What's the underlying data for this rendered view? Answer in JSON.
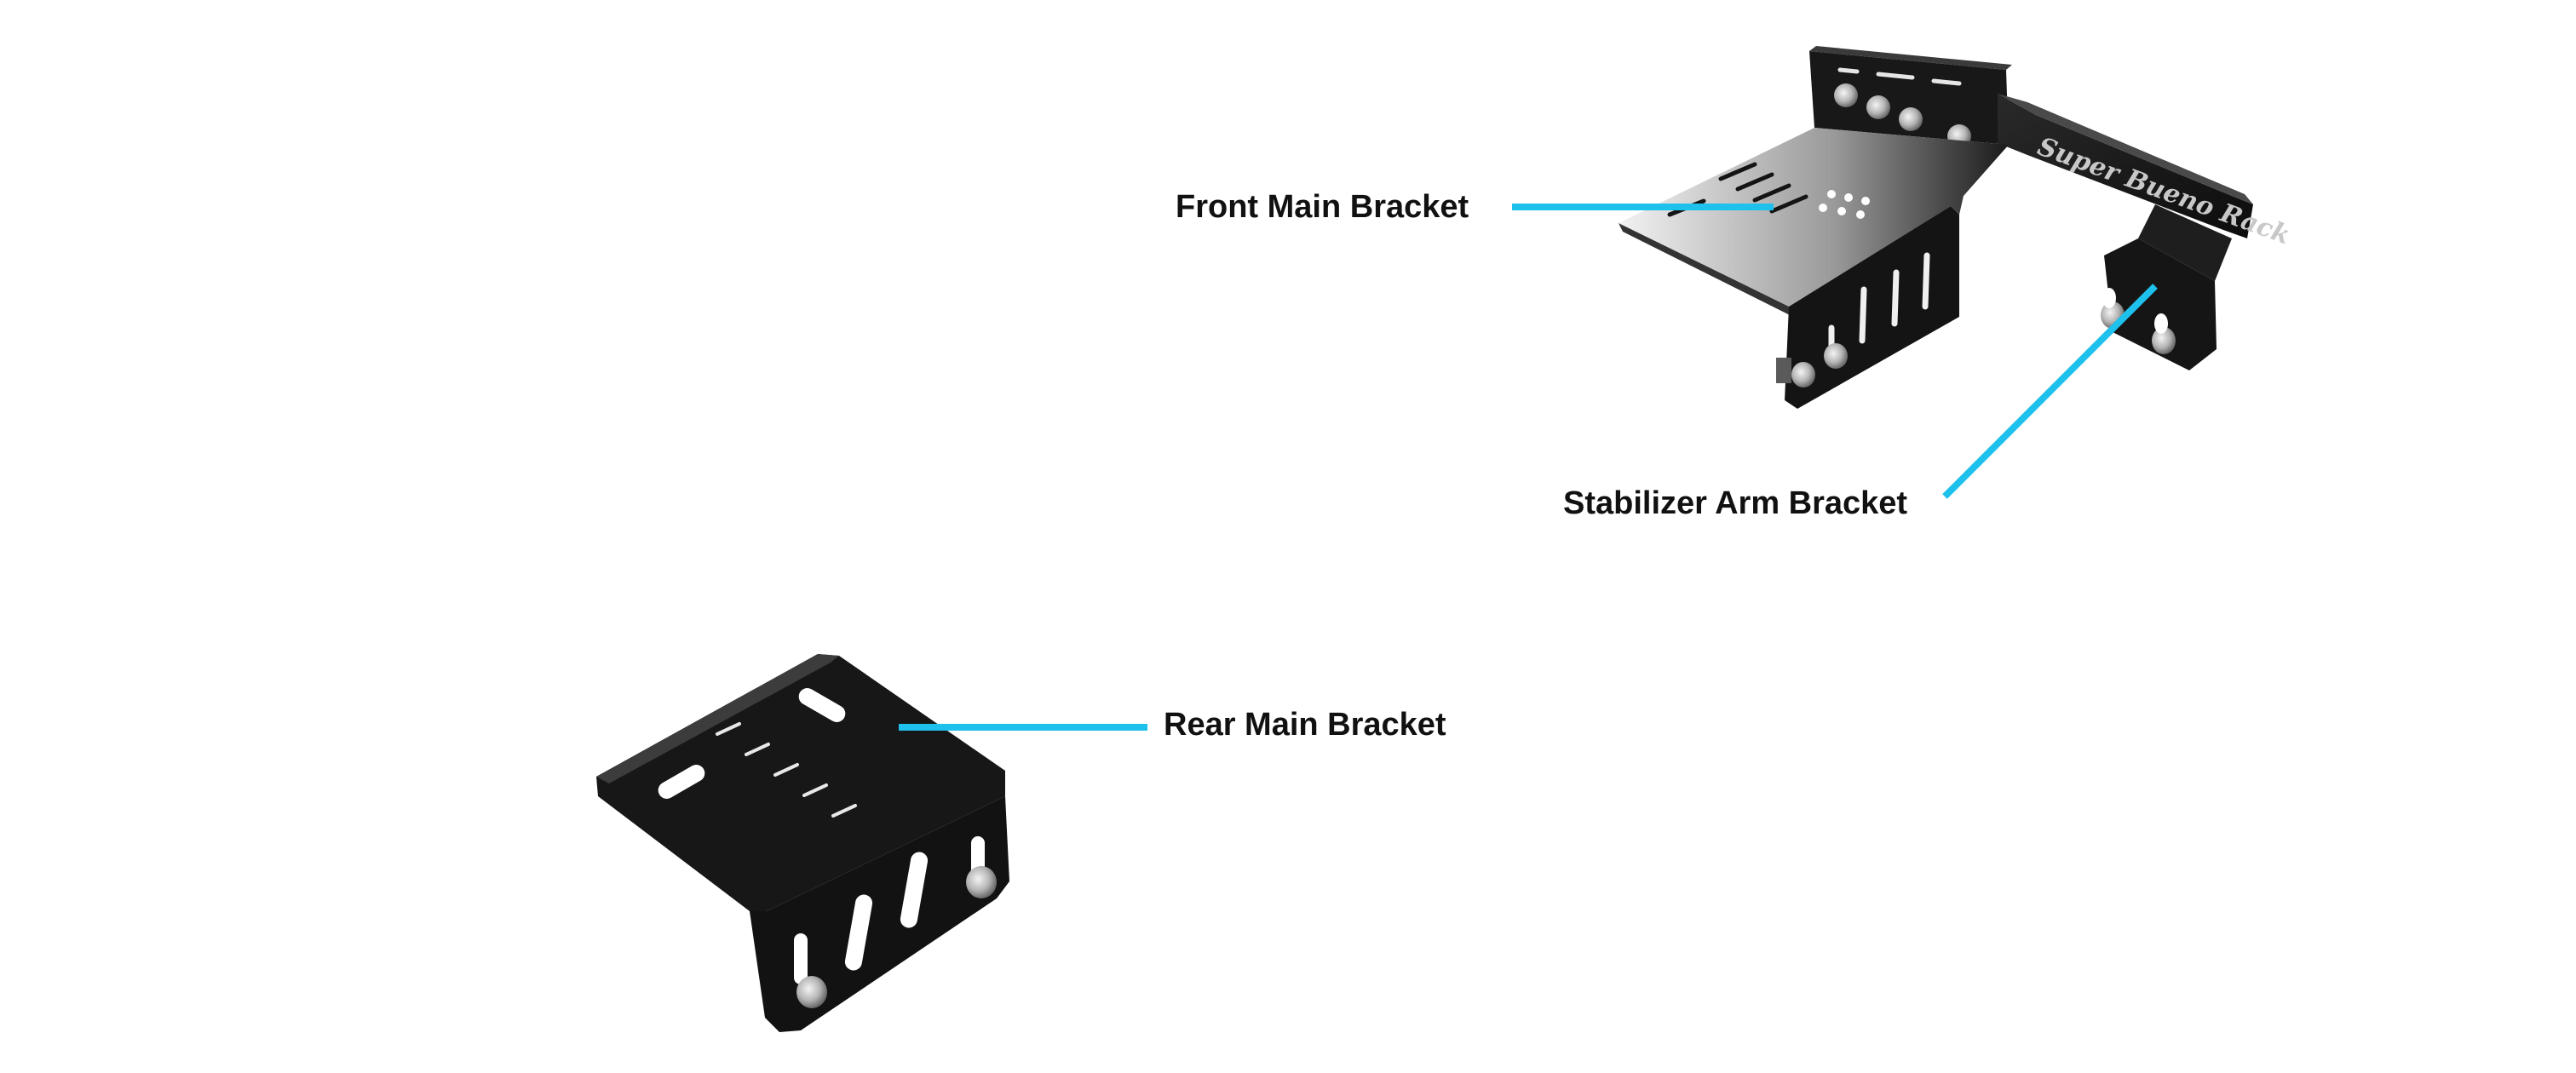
{
  "labels": {
    "front_main_bracket": "Front Main Bracket",
    "stabilizer_arm_bracket": "Stabilizer Arm Bracket",
    "rear_main_bracket": "Rear Main Bracket"
  },
  "brand_engraving": "Super Bueno Rack",
  "colors": {
    "leader_line": "#1ec0ec",
    "bracket_metal": "#141414",
    "label_text": "#111111",
    "background": "#ffffff"
  }
}
